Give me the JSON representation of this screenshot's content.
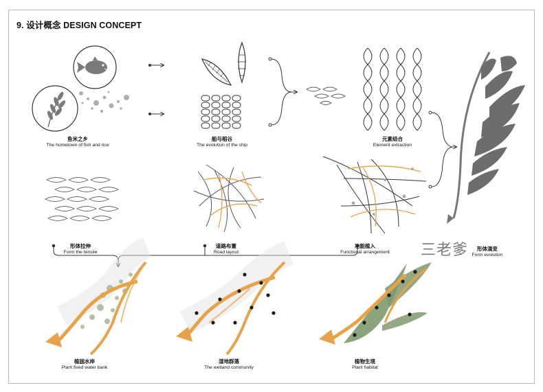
{
  "title": "9. 设计概念 DESIGN CONCEPT",
  "brand_watermark": "三老爹",
  "colors": {
    "orange": "#e8a24a",
    "green": "#7f9a6e",
    "gray": "#6e6e6e",
    "line": "#333333"
  },
  "captions": [
    {
      "zh": "鱼米之乡",
      "en": "The hometown of fish and rice"
    },
    {
      "zh": "船与稻谷",
      "en": "The evolution of the ship"
    },
    {
      "zh": "元素结合",
      "en": "Element extraction"
    },
    {
      "zh": "形体拉伸",
      "en": "Form the tensile"
    },
    {
      "zh": "道路布置",
      "en": "Road layout"
    },
    {
      "zh": "功能植入",
      "en": "Functional arrangement"
    },
    {
      "zh": "形体演变",
      "en": "Form evolution"
    },
    {
      "zh": "植固水岸",
      "en": "Plant fixed water bank"
    },
    {
      "zh": "湿地群落",
      "en": "The wetland community"
    },
    {
      "zh": "植物生境",
      "en": "Plant habitat"
    }
  ],
  "icons": [
    "fish-icon",
    "wheat-icon",
    "arrow-right-icon",
    "leaf-icon",
    "seed-icon",
    "rice-grid-icon",
    "lattice-icon",
    "wheat-form-icon"
  ]
}
